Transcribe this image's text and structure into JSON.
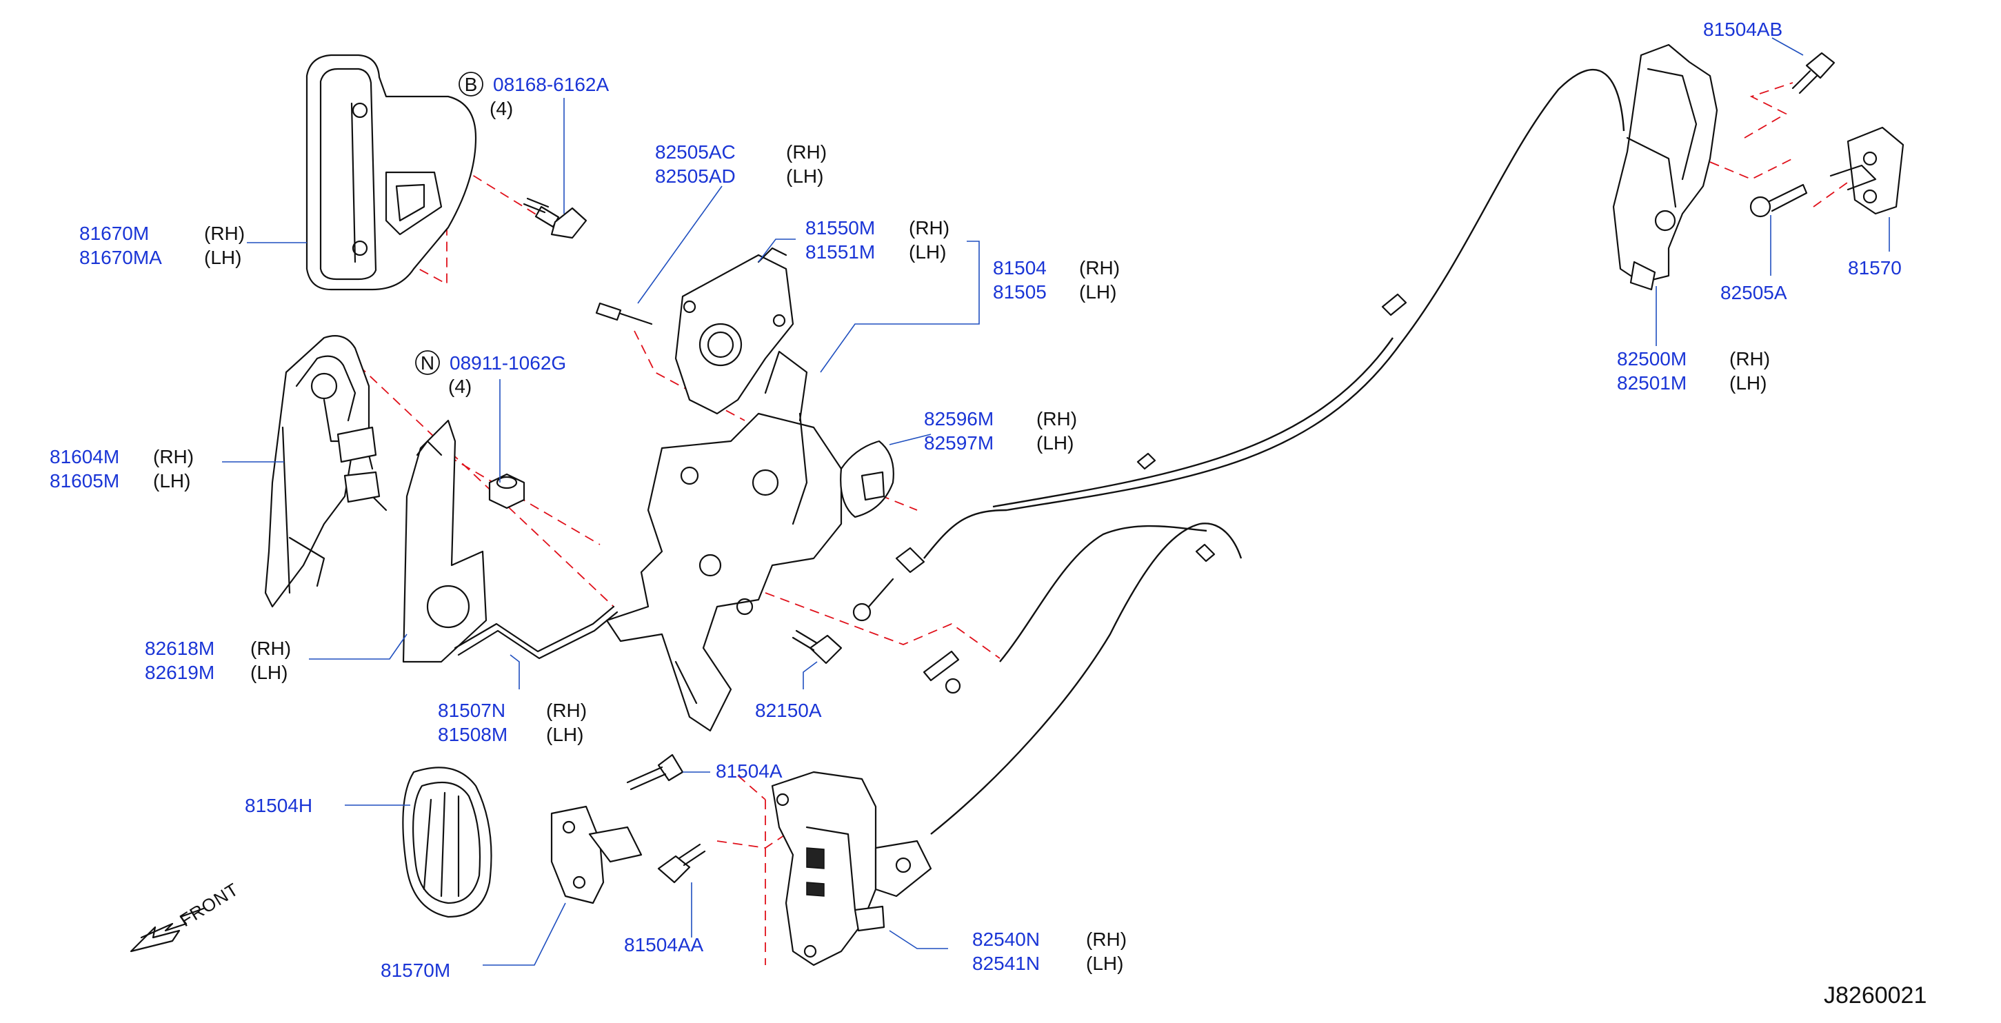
{
  "colors": {
    "part_number": "#1a35d6",
    "side_text": "#111111",
    "leader": "#1f4fbf",
    "dashed": "#e0101a",
    "line_art": "#111111"
  },
  "diagram_code": "J8260021",
  "front_label": "FRONT",
  "callouts": [
    {
      "id": "c_81504AB",
      "parts": [
        {
          "pn": "81504AB",
          "side": ""
        }
      ]
    },
    {
      "id": "c_08168",
      "badge": "B",
      "parts": [
        {
          "pn": "08168-6162A",
          "side": ""
        }
      ],
      "qty": "(4)"
    },
    {
      "id": "c_82505AC",
      "parts": [
        {
          "pn": "82505AC",
          "side": "(RH)"
        },
        {
          "pn": "82505AD",
          "side": "(LH)"
        }
      ]
    },
    {
      "id": "c_81670M",
      "parts": [
        {
          "pn": "81670M",
          "side": "(RH)"
        },
        {
          "pn": "81670MA",
          "side": "(LH)"
        }
      ]
    },
    {
      "id": "c_81550M",
      "parts": [
        {
          "pn": "81550M",
          "side": "(RH)"
        },
        {
          "pn": "81551M",
          "side": "(LH)"
        }
      ]
    },
    {
      "id": "c_81504",
      "parts": [
        {
          "pn": "81504",
          "side": "(RH)"
        },
        {
          "pn": "81505",
          "side": "(LH)"
        }
      ]
    },
    {
      "id": "c_82505A",
      "parts": [
        {
          "pn": "82505A",
          "side": ""
        }
      ]
    },
    {
      "id": "c_81570",
      "parts": [
        {
          "pn": "81570",
          "side": ""
        }
      ]
    },
    {
      "id": "c_82500M",
      "parts": [
        {
          "pn": "82500M",
          "side": "(RH)"
        },
        {
          "pn": "82501M",
          "side": "(LH)"
        }
      ]
    },
    {
      "id": "c_08911",
      "badge": "N",
      "parts": [
        {
          "pn": "08911-1062G",
          "side": ""
        }
      ],
      "qty": "(4)"
    },
    {
      "id": "c_82596M",
      "parts": [
        {
          "pn": "82596M",
          "side": "(RH)"
        },
        {
          "pn": "82597M",
          "side": "(LH)"
        }
      ]
    },
    {
      "id": "c_81604M",
      "parts": [
        {
          "pn": "81604M",
          "side": "(RH)"
        },
        {
          "pn": "81605M",
          "side": "(LH)"
        }
      ]
    },
    {
      "id": "c_82618M",
      "parts": [
        {
          "pn": "82618M",
          "side": "(RH)"
        },
        {
          "pn": "82619M",
          "side": "(LH)"
        }
      ]
    },
    {
      "id": "c_81507N",
      "parts": [
        {
          "pn": "81507N",
          "side": "(RH)"
        },
        {
          "pn": "81508M",
          "side": "(LH)"
        }
      ]
    },
    {
      "id": "c_82150A",
      "parts": [
        {
          "pn": "82150A",
          "side": ""
        }
      ]
    },
    {
      "id": "c_81504A",
      "parts": [
        {
          "pn": "81504A",
          "side": ""
        }
      ]
    },
    {
      "id": "c_81504H",
      "parts": [
        {
          "pn": "81504H",
          "side": ""
        }
      ]
    },
    {
      "id": "c_81504AA",
      "parts": [
        {
          "pn": "81504AA",
          "side": ""
        }
      ]
    },
    {
      "id": "c_82540N",
      "parts": [
        {
          "pn": "82540N",
          "side": "(RH)"
        },
        {
          "pn": "82541N",
          "side": "(LH)"
        }
      ]
    },
    {
      "id": "c_81570M",
      "parts": [
        {
          "pn": "81570M",
          "side": ""
        }
      ]
    }
  ]
}
